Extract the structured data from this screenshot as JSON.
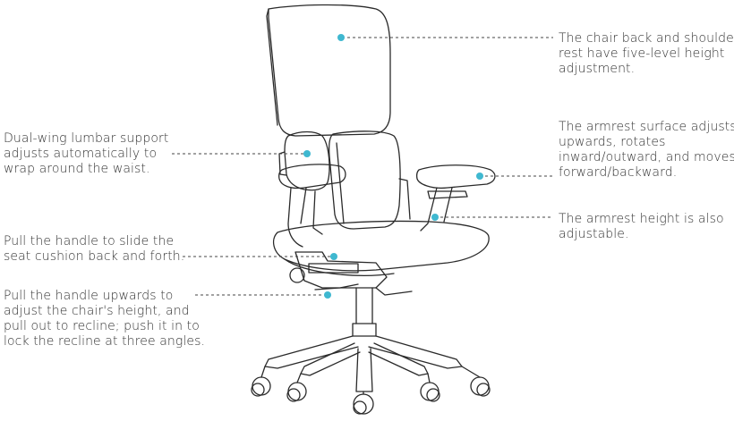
{
  "callouts": {
    "back": {
      "lines": [
        "The chair back and shoulder",
        "rest have five-level height",
        "adjustment."
      ]
    },
    "armrest_surface": {
      "lines": [
        "The armrest surface adjusts",
        "upwards, rotates",
        "inward/outward, and moves",
        "forward/backward."
      ]
    },
    "armrest_height": {
      "lines": [
        "The armrest height is also",
        "adjustable."
      ]
    },
    "lumbar": {
      "lines": [
        "Dual-wing lumbar support",
        "adjusts automatically to",
        "wrap around the waist."
      ]
    },
    "seat": {
      "lines": [
        "Pull the handle to slide the",
        "seat cushion back and forth."
      ]
    },
    "height": {
      "lines": [
        "Pull the handle upwards to",
        "adjust the chair's height, and",
        "pull out to recline; push it in to",
        "lock the recline at three angles."
      ]
    }
  },
  "colors": {
    "marker": "#3fb8d0",
    "line_art": "#2a2a2a",
    "text": "#333333"
  },
  "icons": {
    "marker": "dot-marker"
  }
}
